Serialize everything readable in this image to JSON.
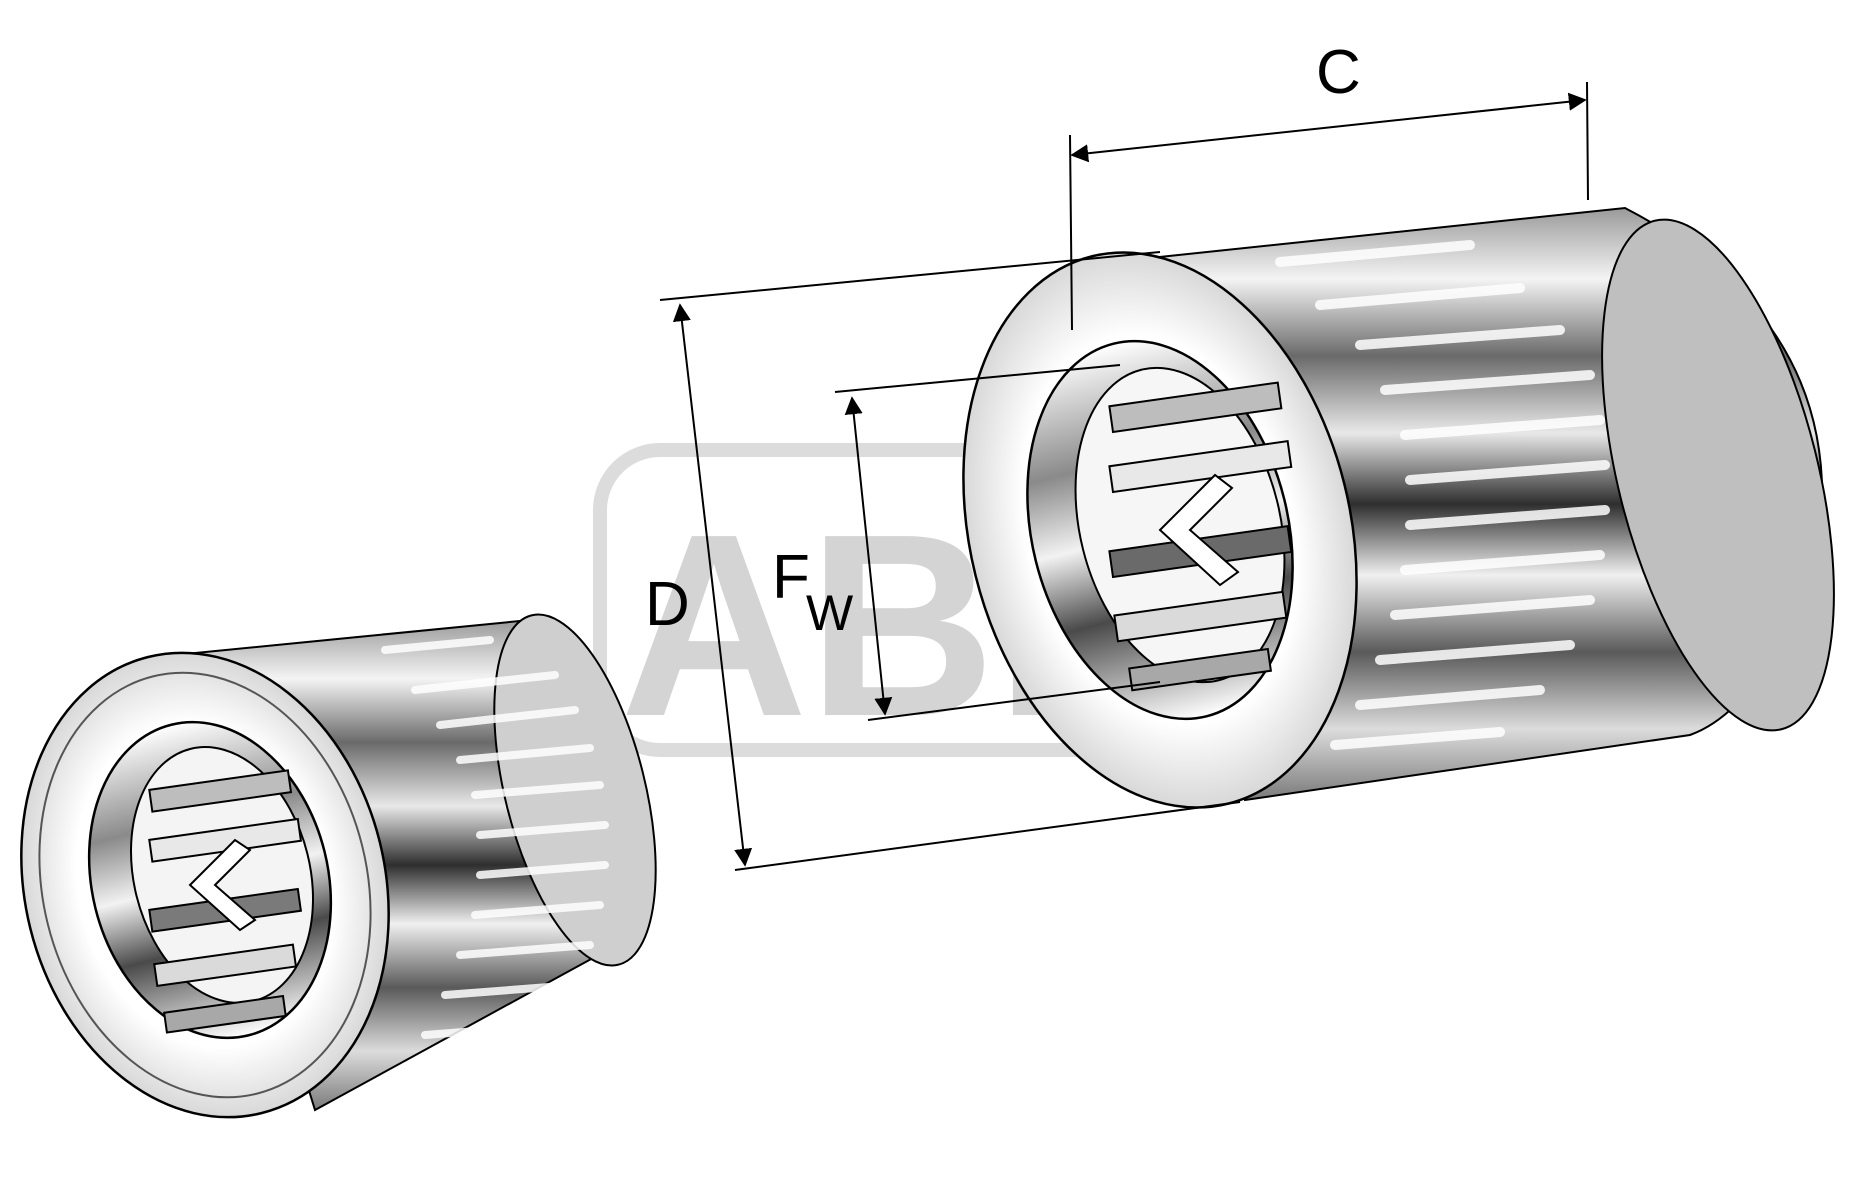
{
  "watermark": {
    "text": "ABF",
    "color": "#d4d4d4"
  },
  "dimensions": {
    "outer_diameter": "D",
    "inner_diameter_main": "F",
    "inner_diameter_sub": "W",
    "width": "C"
  },
  "colors": {
    "line": "#000000",
    "metal_light": "#f2f2f2",
    "metal_dark": "#3a3a3a",
    "face": "#e6e6e6",
    "background": "#ffffff"
  }
}
